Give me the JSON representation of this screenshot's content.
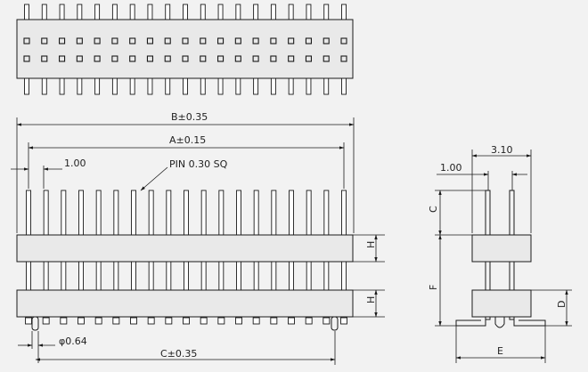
{
  "drawing": {
    "top_view": {
      "pin_columns": 19,
      "rows": 2
    },
    "front_view": {
      "pin_count": 19
    },
    "labels": {
      "dim_b": "B±0.35",
      "dim_a": "A±0.15",
      "pitch": "1.00",
      "pin_size": "PIN  0.30  SQ",
      "peg_dia": "φ0.64",
      "dim_c_front": "C±0.35",
      "dim_h_upper": "H",
      "dim_h_lower": "H"
    },
    "side_view": {
      "labels": {
        "row_spacing": "3.10",
        "pitch": "1.00",
        "dim_c": "C",
        "dim_f": "F",
        "dim_d": "D",
        "dim_e": "E"
      }
    }
  }
}
